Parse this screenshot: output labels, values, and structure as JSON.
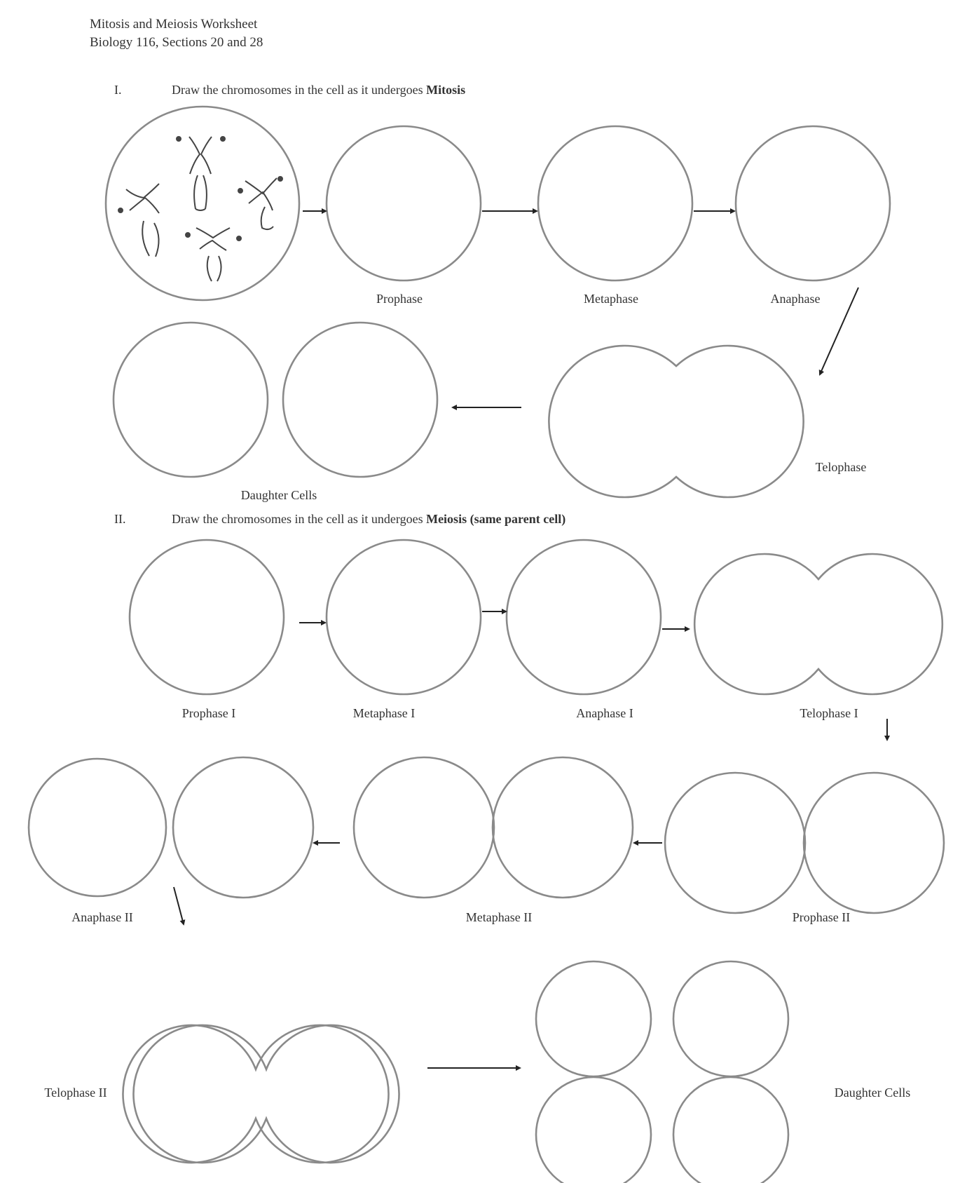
{
  "header": {
    "line1": "Mitosis and Meiosis Worksheet",
    "line2": "Biology 116, Sections 20 and 28"
  },
  "section1": {
    "number": "I.",
    "instruction": "Draw the chromosomes in the cell as it undergoes",
    "emphasis": "Mitosis",
    "labels": {
      "prophase": "Prophase",
      "metaphase": "Metaphase",
      "anaphase": "Anaphase",
      "telophase": "Telophase",
      "daughter_cells": "Daughter Cells"
    }
  },
  "section2": {
    "number": "II.",
    "instruction": "Draw the chromosomes in the cell as it undergoes",
    "emphasis": "Meiosis (same parent cell)",
    "labels": {
      "prophase1": "Prophase I",
      "metaphase1": "Metaphase I",
      "anaphase1": "Anaphase I",
      "telophase1": "Telophase I",
      "prophase2": "Prophase II",
      "metaphase2": "Metaphase II",
      "anaphase2": "Anaphase II",
      "telophase2": "Telophase II",
      "daughter_cells": "Daughter Cells"
    }
  }
}
